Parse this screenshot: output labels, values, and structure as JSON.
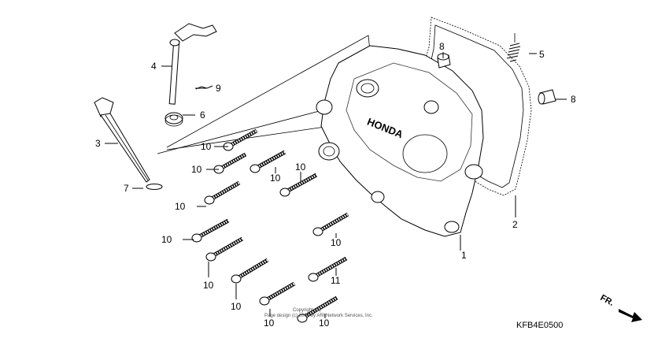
{
  "diagram": {
    "part_numbers": {
      "p1": "1",
      "p2": "2",
      "p3": "3",
      "p4": "4",
      "p5": "5",
      "p6": "6",
      "p7": "7",
      "p8a": "8",
      "p8b": "8",
      "p9": "9",
      "p10": "10",
      "p11": "11"
    },
    "diagram_code": "KFB4E0500",
    "direction_label": "FR.",
    "cover_logo_text": "HONDA",
    "copyright_line1": "Copyright (C)",
    "copyright_line2": "Page design (c) 2004 by ARI Network Services, Inc."
  }
}
